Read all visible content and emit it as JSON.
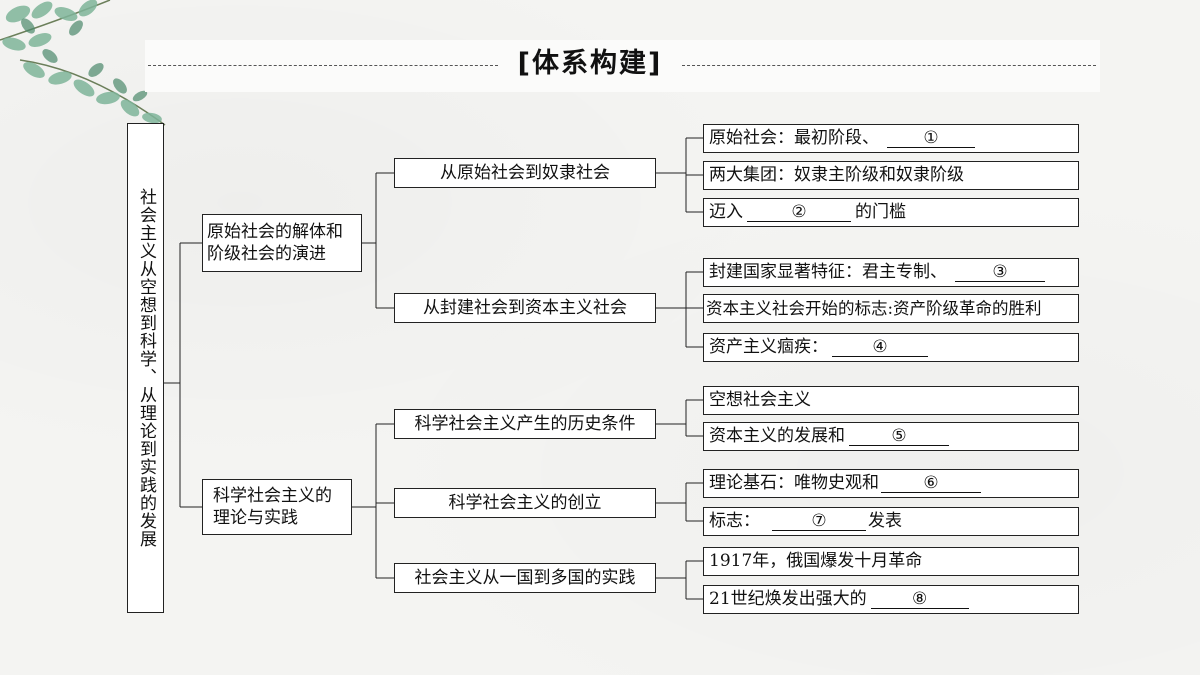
{
  "header": {
    "title": "[体系构建]"
  },
  "root": {
    "label": "社会主义从空想到科学、从理论到实践的发展"
  },
  "level1": [
    {
      "label": "原始社会的解体和阶级社会的演进"
    },
    {
      "label": "科学社会主义的理论与实践"
    }
  ],
  "level2": [
    {
      "label": "从原始社会到奴隶社会"
    },
    {
      "label": "从封建社会到资本主义社会"
    },
    {
      "label": "科学社会主义产生的历史条件"
    },
    {
      "label": "科学社会主义的创立"
    },
    {
      "label": "社会主义从一国到多国的实践"
    }
  ],
  "leaves": [
    {
      "before": "原始社会：最初阶段、",
      "blank": "①",
      "after": ""
    },
    {
      "before": "两大集团：奴隶主阶级和奴隶阶级",
      "blank": "",
      "after": ""
    },
    {
      "before": "迈入",
      "blank": "②",
      "after": "的门槛"
    },
    {
      "before": "封建国家显著特征：君主专制、",
      "blank": "③",
      "after": ""
    },
    {
      "before": "资本主义社会开始的标志:资产阶级革命的胜利",
      "blank": "",
      "after": ""
    },
    {
      "before": "资产主义痼疾：",
      "blank": "④",
      "after": ""
    },
    {
      "before": "空想社会主义",
      "blank": "",
      "after": ""
    },
    {
      "before": "资本主义的发展和",
      "blank": "⑤",
      "after": ""
    },
    {
      "before": "理论基石：唯物史观和",
      "blank": "⑥",
      "after": ""
    },
    {
      "before": "标志：",
      "blank": "⑦",
      "after": "发表"
    },
    {
      "before": "1917年，俄国爆发十月革命",
      "blank": "",
      "after": ""
    },
    {
      "before": "21世纪焕发出强大的",
      "blank": "⑧",
      "after": ""
    }
  ],
  "colors": {
    "line": "#222222",
    "leaf_green": "#7fb59a",
    "leaf_dark": "#4d8a6c"
  }
}
